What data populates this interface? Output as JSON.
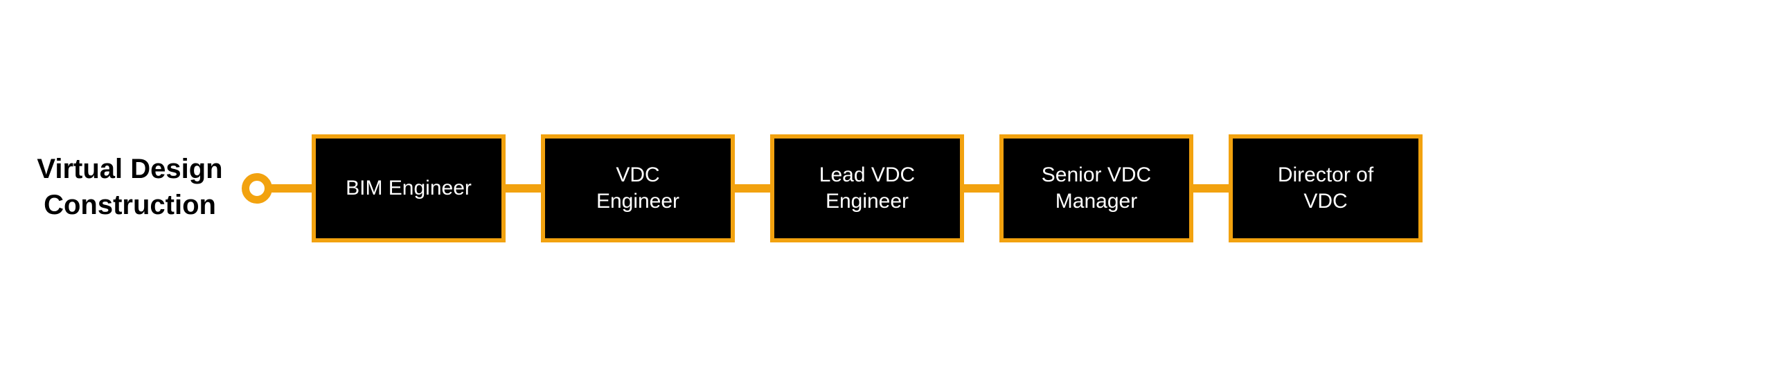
{
  "track": {
    "title": "Virtual Design\nConstruction"
  },
  "steps": [
    {
      "label": "BIM Engineer"
    },
    {
      "label": "VDC\nEngineer"
    },
    {
      "label": "Lead VDC\nEngineer"
    },
    {
      "label": "Senior VDC\nManager"
    },
    {
      "label": "Director of\nVDC"
    }
  ],
  "colors": {
    "accent": "#f2a20f",
    "box_fill": "#000000",
    "box_text": "#ffffff",
    "title_text": "#000000",
    "background": "#ffffff"
  }
}
